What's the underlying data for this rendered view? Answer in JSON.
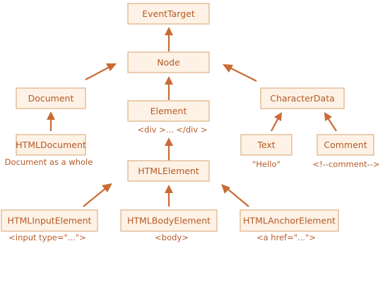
{
  "nodes": {
    "eventtarget": "EventTarget",
    "node": "Node",
    "document": "Document",
    "element": "Element",
    "characterdata": "CharacterData",
    "htmldocument": "HTMLDocument",
    "text": "Text",
    "comment": "Comment",
    "htmlelement": "HTMLElement",
    "htmlinputelement": "HTMLInputElement",
    "htmlbodyelement": "HTMLBodyElement",
    "htmlanchorelement": "HTMLAnchorElement"
  },
  "captions": {
    "element": "<div >...   </div >",
    "htmldocument": "Document as a whole",
    "text": "\"Hello\"",
    "comment": "<!--comment-->",
    "htmlinputelement": "<input type=\"...\">",
    "htmlbodyelement": "<body>",
    "htmlanchorelement": "<a href=\"...\">"
  },
  "colors": {
    "box_fill": "#fdf2e5",
    "box_border": "#e0b58d",
    "text": "#b55a28",
    "arrow": "#c96b35"
  }
}
